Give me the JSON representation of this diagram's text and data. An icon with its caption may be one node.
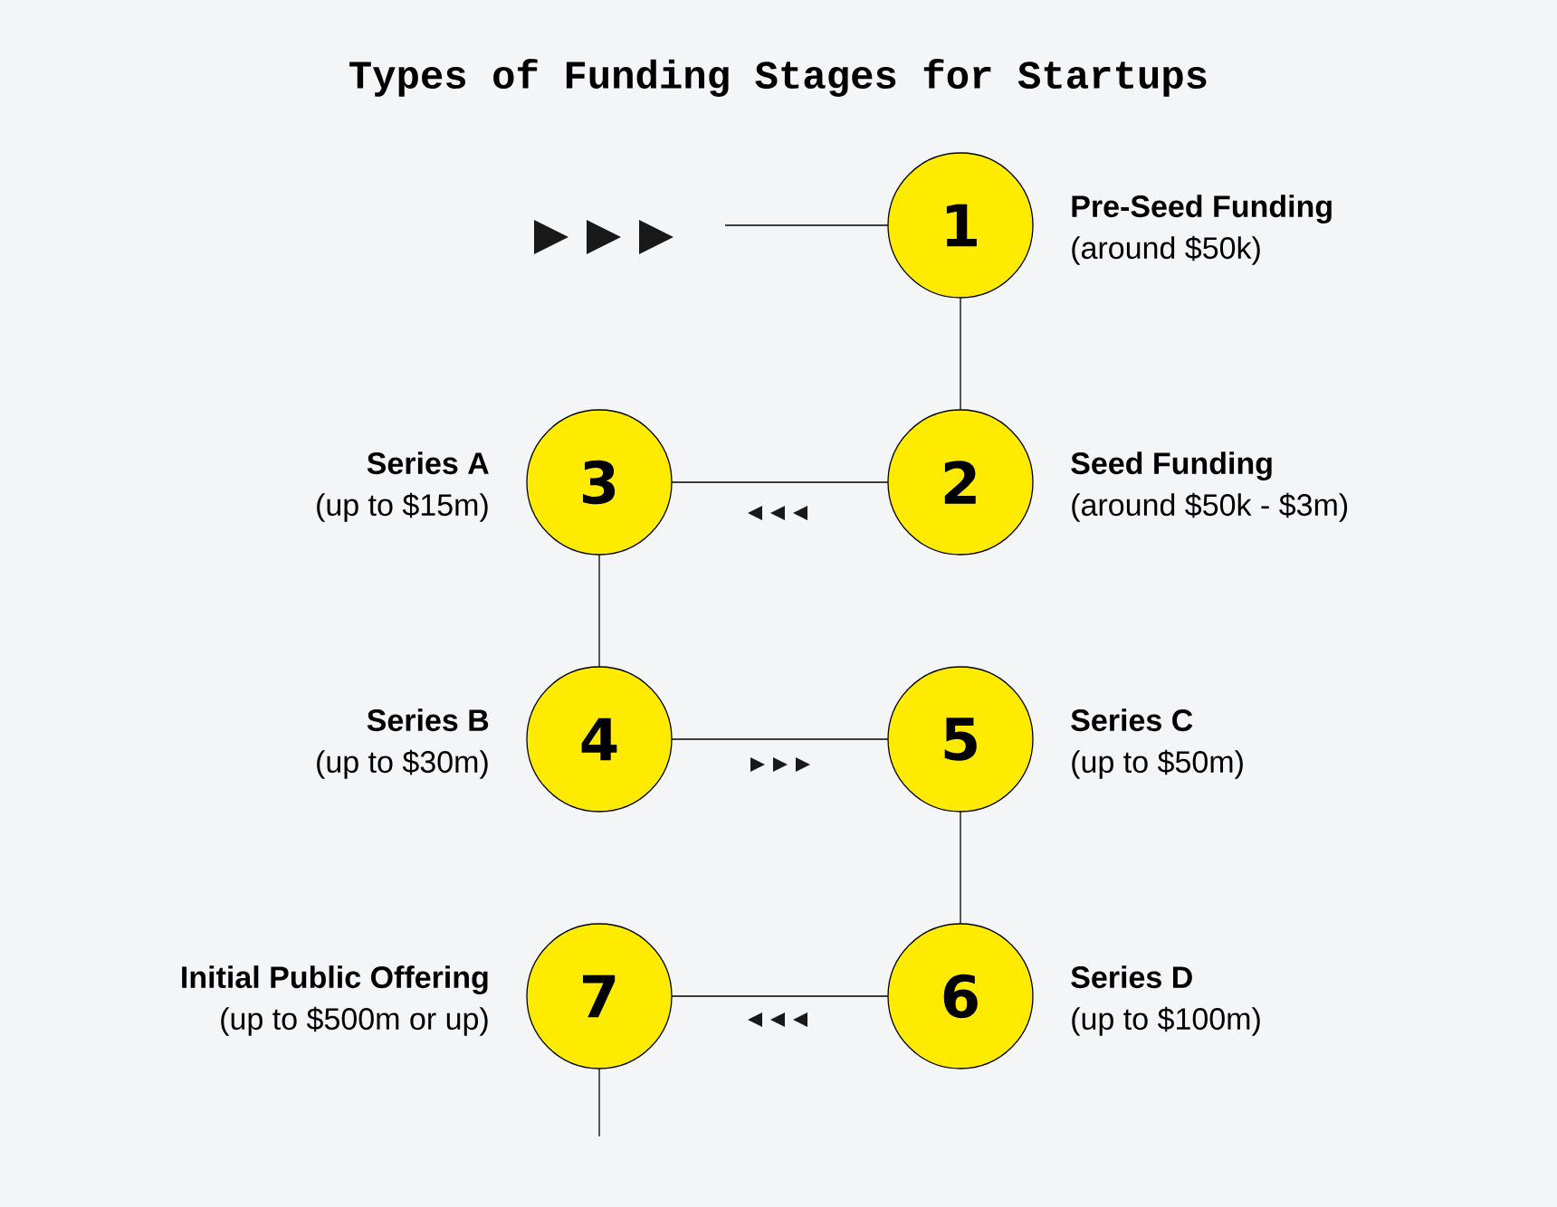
{
  "diagram": {
    "title": "Types of Funding Stages for Startups",
    "nodes": [
      {
        "text": [
          "1"
        ],
        "beside": [
          "Pre-Seed Funding",
          "(around $50k)"
        ]
      },
      {
        "text": [
          "2"
        ],
        "beside": [
          "Seed Funding",
          "(around $50k - $3m)"
        ]
      },
      {
        "text": [
          "3"
        ],
        "beside": [
          "Series A",
          "(up to $15m)"
        ]
      },
      {
        "text": [
          "4"
        ],
        "beside": [
          "Series B",
          "(up to $30m)"
        ]
      },
      {
        "text": [
          "5"
        ],
        "beside": [
          "Series C",
          "(up to $50m)"
        ]
      },
      {
        "text": [
          "6"
        ],
        "beside": [
          "Series D",
          "(up to $100m)"
        ]
      },
      {
        "text": [
          "7"
        ],
        "beside": [
          "Initial Public Offering",
          "(up to $500m or up)"
        ]
      }
    ],
    "edges": [
      {
        "from": null,
        "to": 0,
        "arrow": "none"
      },
      {
        "from": 0,
        "to": 1,
        "arrow": "none"
      },
      {
        "from": 1,
        "to": 2,
        "arrow": "none"
      },
      {
        "from": 2,
        "to": 3,
        "arrow": "none"
      },
      {
        "from": 3,
        "to": 4,
        "arrow": "none"
      },
      {
        "from": 4,
        "to": 5,
        "arrow": "none"
      },
      {
        "from": 5,
        "to": 6,
        "arrow": "none"
      },
      {
        "from": 6,
        "to": null,
        "arrow": "none"
      }
    ]
  }
}
